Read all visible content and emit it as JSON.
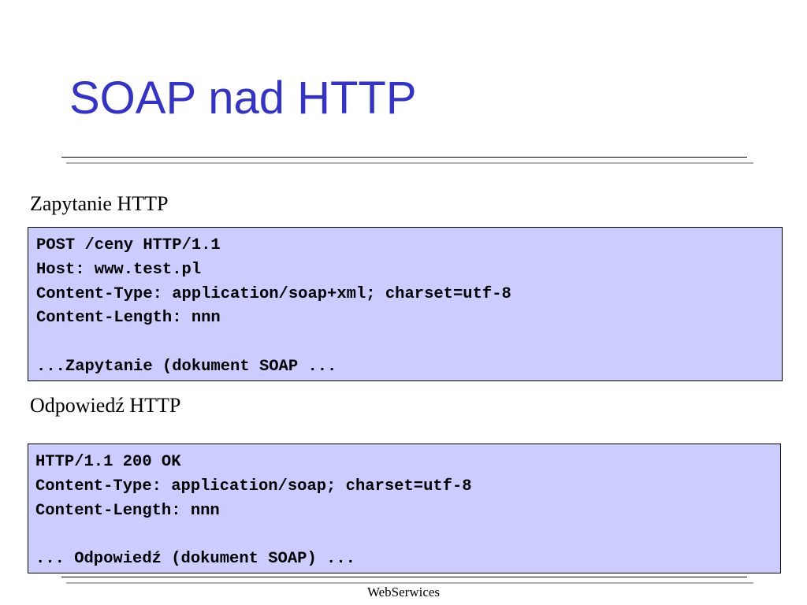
{
  "slide": {
    "title": "SOAP nad HTTP",
    "request": {
      "label": "Zapytanie HTTP",
      "lines": [
        "POST /ceny HTTP/1.1",
        "Host: www.test.pl",
        "Content-Type: application/soap+xml; charset=utf-8",
        "Content-Length: nnn",
        "",
        "...Zapytanie (dokument SOAP ..."
      ]
    },
    "response": {
      "label": "Odpowiedź HTTP",
      "lines": [
        "HTTP/1.1 200 OK",
        "Content-Type: application/soap; charset=utf-8",
        "Content-Length: nnn",
        "",
        "... Odpowiedź (dokument SOAP) ..."
      ]
    },
    "footer": "WebSerwices"
  },
  "colors": {
    "title": "#3333cc",
    "code_background": "#ccccff"
  }
}
